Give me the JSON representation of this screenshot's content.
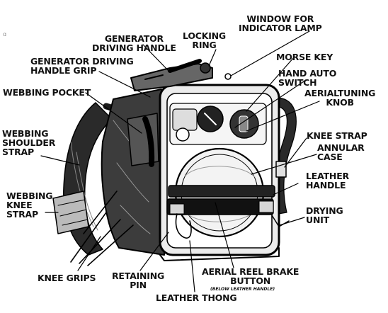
{
  "diagram": {
    "corner_mark": "ɑ",
    "labels": {
      "window_for_indicator_lamp": [
        "WINDOW FOR",
        "INDICATOR LAMP"
      ],
      "locking_ring": [
        "LOCKING",
        "RING"
      ],
      "generator_driving_handle": [
        "GENERATOR",
        "DRIVING HANDLE"
      ],
      "generator_driving_handle_grip": [
        "GENERATOR DRIVING",
        "HANDLE GRIP"
      ],
      "morse_key": [
        "MORSE KEY"
      ],
      "hand_auto_switch": [
        "HAND AUTO",
        "SWITCH"
      ],
      "webbing_pocket": [
        "WEBBING POCKET"
      ],
      "aerial_tuning_knob": [
        "AERIALTUNING",
        "KNOB"
      ],
      "webbing_shoulder_strap": [
        "WEBBING",
        "SHOULDER",
        "STRAP"
      ],
      "knee_strap": [
        "KNEE STRAP"
      ],
      "annular_case": [
        "ANNULAR",
        "CASE"
      ],
      "leather_handle": [
        "LEATHER",
        "HANDLE"
      ],
      "webbing_knee_strap": [
        "WEBBING",
        "KNEE",
        "STRAP"
      ],
      "drying_unit": [
        "DRYING",
        "UNIT"
      ],
      "knee_grips": [
        "KNEE GRIPS"
      ],
      "retaining_pin": [
        "RETAINING",
        "PIN"
      ],
      "aerial_reel_brake_button": [
        "AERIAL REEL BRAKE",
        "BUTTON"
      ],
      "aerial_reel_brake_note": "(BELOW LEATHER HANDLE)",
      "leather_thong": [
        "LEATHER THONG"
      ]
    }
  }
}
